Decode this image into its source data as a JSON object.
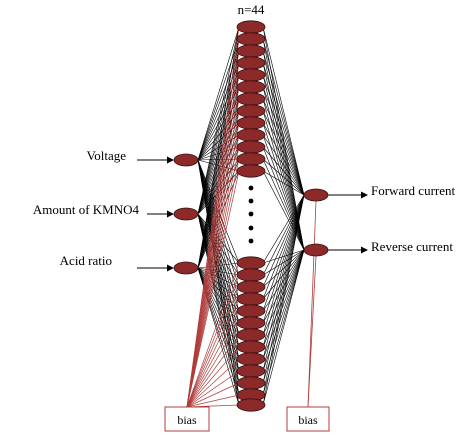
{
  "title": "n=44",
  "inputs": [
    {
      "label": "Voltage"
    },
    {
      "label": "Amount of KMNO4"
    },
    {
      "label": "Acid ratio"
    }
  ],
  "outputs": [
    {
      "label": "Forward current"
    },
    {
      "label": "Reverse current"
    }
  ],
  "bias_labels": [
    "bias",
    "bias"
  ],
  "colors": {
    "neuron_fill": "#8c2a2a",
    "weight_line": "#000000",
    "bias_line": "#b03c3c"
  }
}
